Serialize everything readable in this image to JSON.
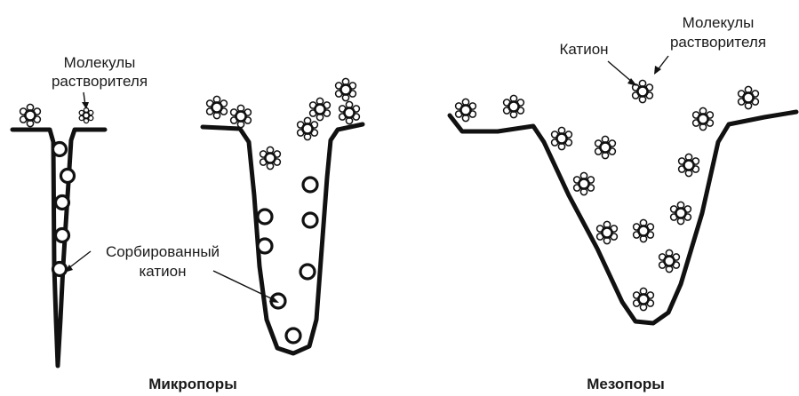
{
  "labels": {
    "solvent_left": [
      "Молекулы",
      "растворителя"
    ],
    "sorbed_cation": [
      "Сорбированный",
      "катион"
    ],
    "cation": "Катион",
    "solvent_right": [
      "Молекулы",
      "растворителя"
    ]
  },
  "captions": {
    "micropores": "Микропоры",
    "mesopores": "Мезопоры"
  },
  "colors": {
    "ink": "#111111",
    "background": "#ffffff"
  }
}
